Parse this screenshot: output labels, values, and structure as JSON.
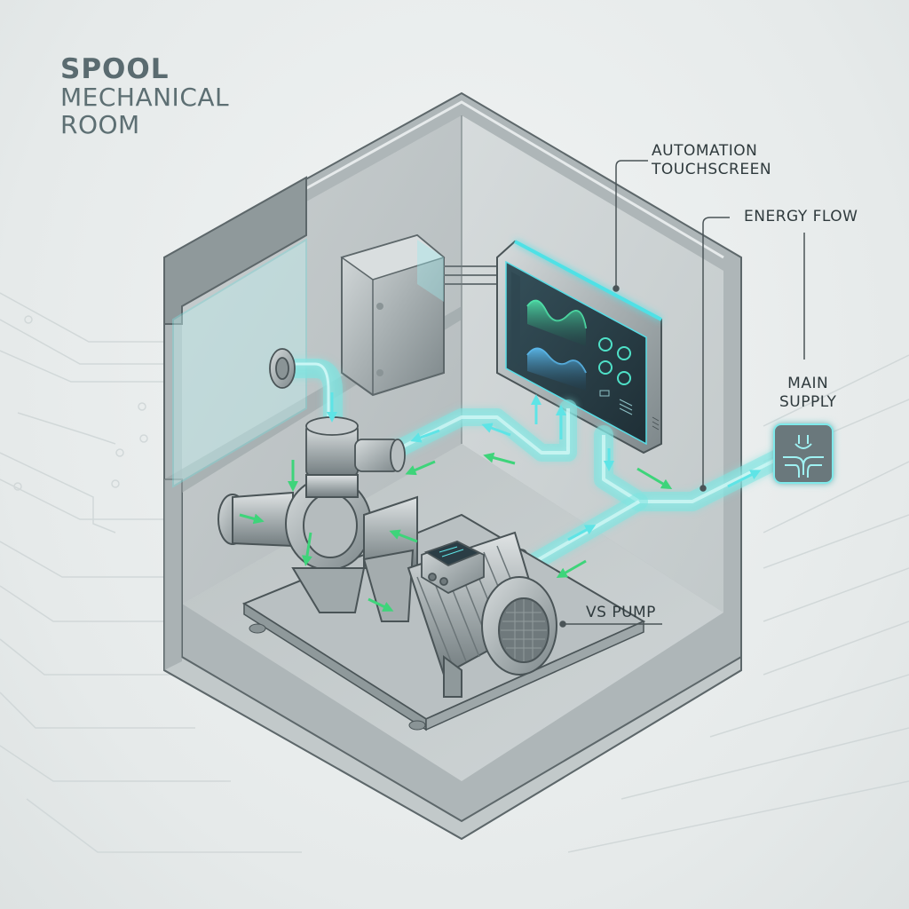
{
  "title": {
    "line1": "SPOOL",
    "line2": "MECHANICAL",
    "line3": "ROOM"
  },
  "callouts": {
    "automation_touchscreen": {
      "line1": "AUTOMATION",
      "line2": "TOUCHSCREEN"
    },
    "energy_flow": {
      "label": "ENERGY FLOW"
    },
    "main_supply": {
      "line1": "MAIN",
      "line2": "SUPPLY"
    },
    "vs_pump": {
      "label": "VS PUMP"
    }
  },
  "icons": {
    "main_supply_icon": "pipe-junction-icon",
    "flow_arrows": "arrow-icon",
    "control_box": "control-box-icon",
    "motor_controller": "motor-controller-icon"
  },
  "colors": {
    "background": "#e9eded",
    "title": "#5a6b70",
    "label": "#2f3a3d",
    "metal": "#a9b1b3",
    "metal_dark": "#7d878a",
    "glass_pipe": "#7fe3e0",
    "flow_arrow_green": "#3ed47a",
    "flow_arrow_cyan": "#5ee4e6",
    "screen_bg": "#2b3d45",
    "accent_cyan": "#4fe1e6"
  }
}
